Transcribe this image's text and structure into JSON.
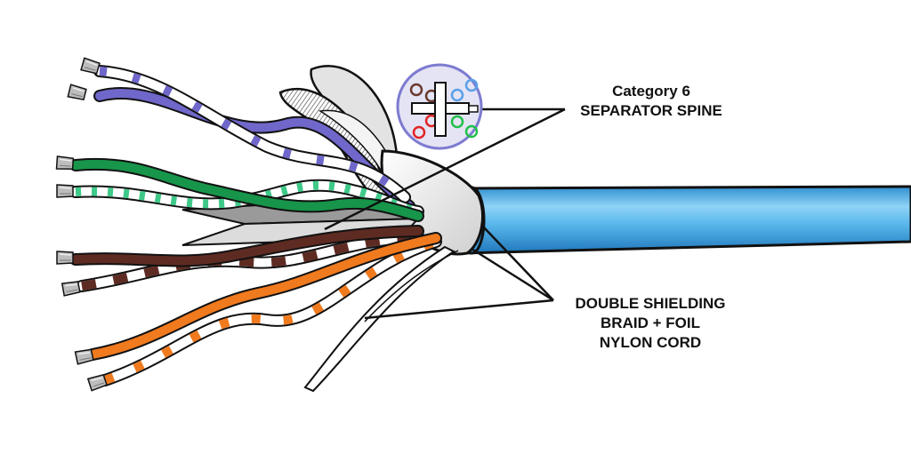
{
  "labels": {
    "spine": {
      "line1": "Category 6",
      "line2": "SEPARATOR SPINE"
    },
    "shielding": {
      "line1": "DOUBLE SHIELDING",
      "line2": "BRAID + FOIL",
      "line3": "NYLON CORD"
    }
  },
  "colors": {
    "jacket": "#4ab0e8",
    "blue_pair": "#6f67c9",
    "green_pair": "#17954a",
    "brown_pair": "#5e2b22",
    "orange_pair": "#f07a1e",
    "spine": "#d8d8d8",
    "inset_ring": "#7d7bd0",
    "inset_fill": "#e4e4f5",
    "outline": "#111111"
  },
  "icons": [
    "cable-cross-section-icon",
    "conductor-tip-icon"
  ]
}
